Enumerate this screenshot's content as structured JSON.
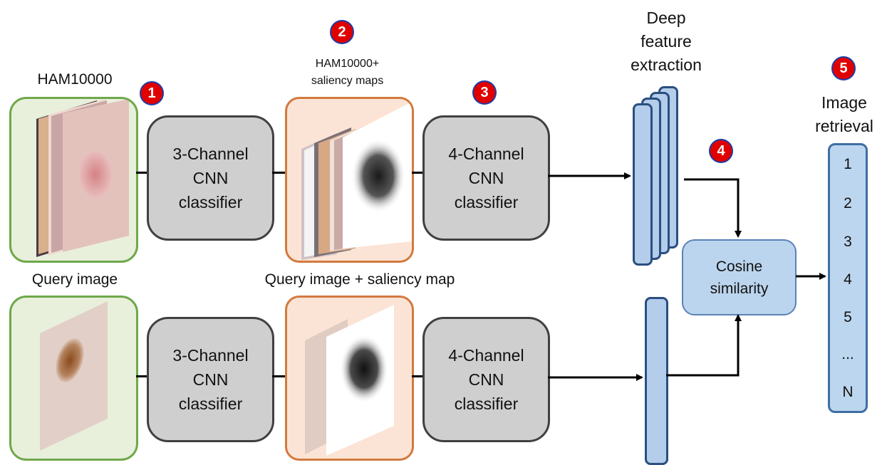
{
  "labels": {
    "ham": "HAM10000",
    "ham_sal_1": "HAM10000+",
    "ham_sal_2": "saliency maps",
    "deep_1": "Deep",
    "deep_2": "feature",
    "deep_3": "extraction",
    "img_ret_1": "Image",
    "img_ret_2": "retrieval",
    "query": "Query image",
    "query_sal": "Query image + saliency map"
  },
  "badges": [
    "1",
    "2",
    "3",
    "4",
    "5"
  ],
  "cnn3": [
    "3-Channel",
    "CNN",
    "classifier"
  ],
  "cnn4": [
    "4-Channel",
    "CNN",
    "classifier"
  ],
  "cosine": [
    "Cosine",
    "similarity"
  ],
  "retrieval": [
    "1",
    "2",
    "3",
    "4",
    "5",
    "...",
    "N"
  ],
  "colors": {
    "green_fill": "#e8f0dc",
    "green_border": "#6fa84a",
    "orange_fill": "#fbe4d5",
    "orange_border": "#d27a3f",
    "gray_fill": "#cfcfcf",
    "blue_fill": "#b3cdea",
    "blue_border": "#2a4f80",
    "badge_red": "#e00000"
  }
}
